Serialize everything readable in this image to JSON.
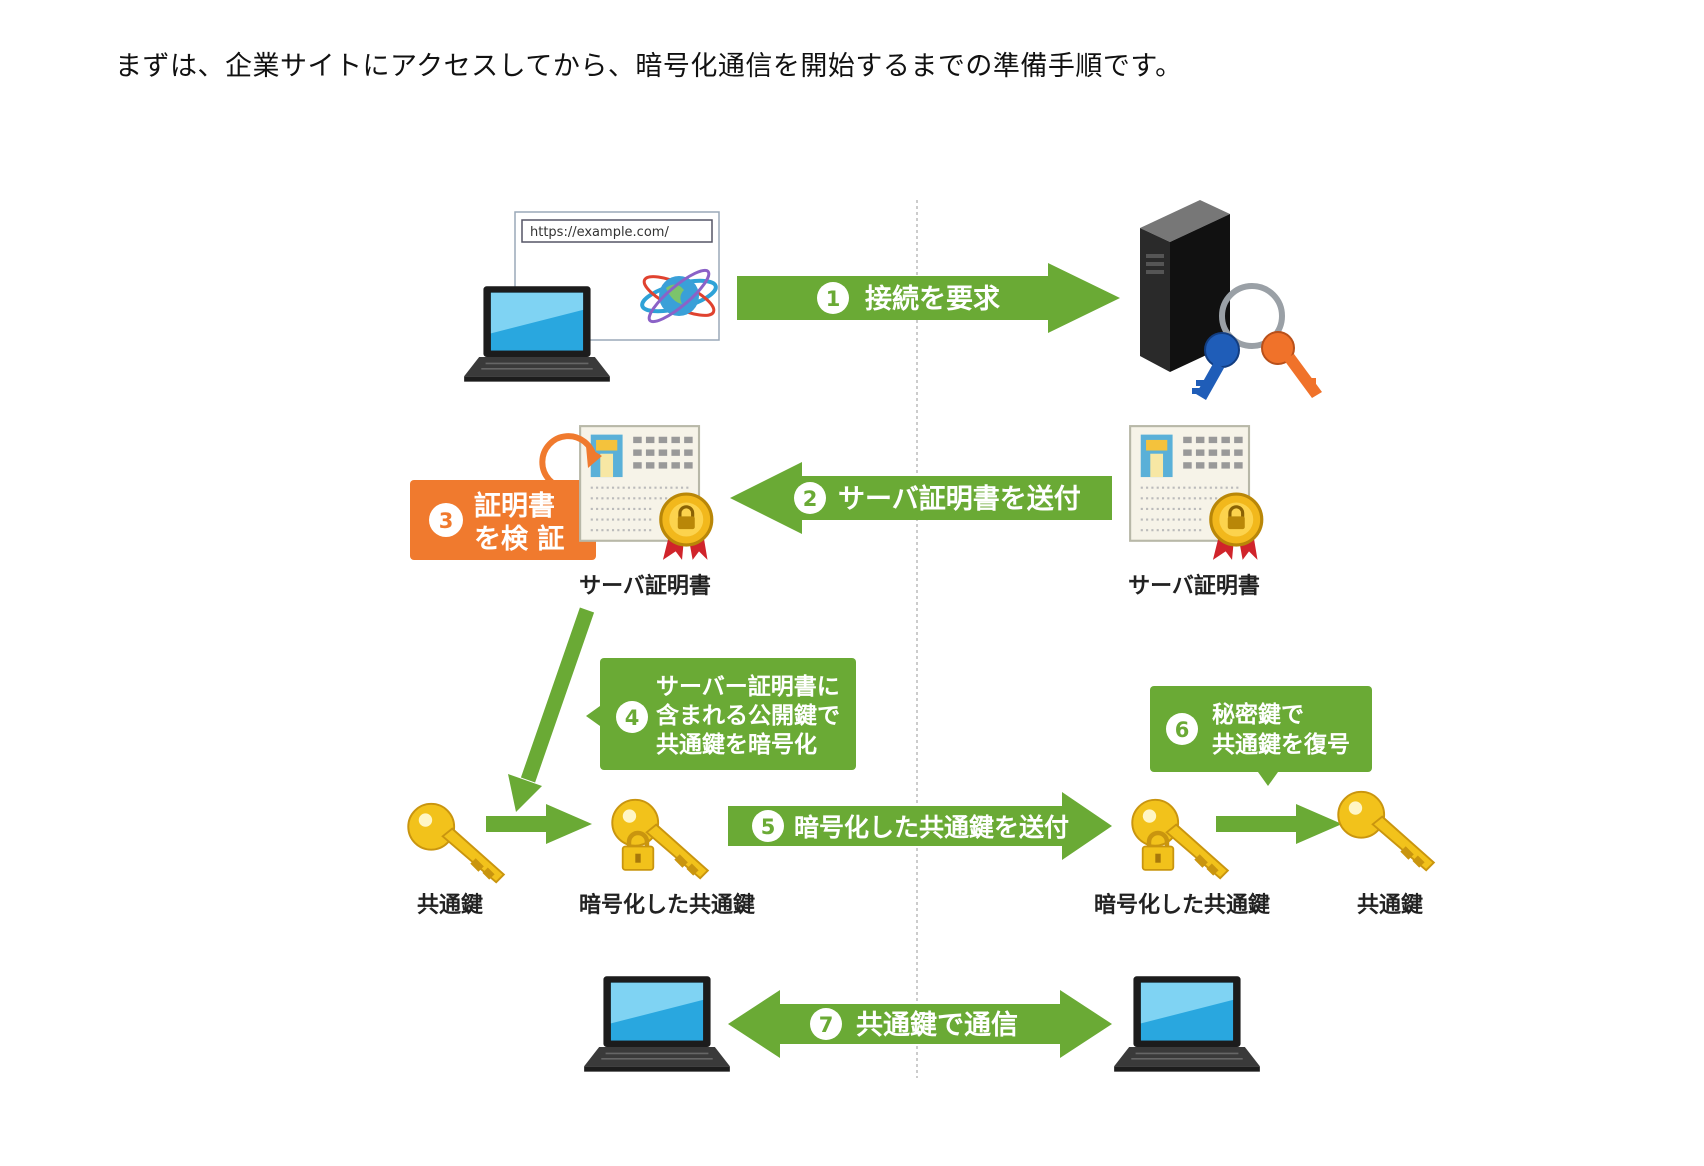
{
  "intro": "まずは、企業サイトにアクセスしてから、暗号化通信を開始するまでの準備手順です。",
  "browser": {
    "url": "https://example.com/"
  },
  "steps": {
    "s1": {
      "num": "1",
      "text": "接続を要求"
    },
    "s2": {
      "num": "2",
      "text": "サーバ証明書を送付"
    },
    "s3": {
      "num": "3",
      "line1": "証明書",
      "line2": "を検 証"
    },
    "s4": {
      "num": "4",
      "line1": "サーバー証明書に",
      "line2": "含まれる公開鍵で",
      "line3": "共通鍵を暗号化"
    },
    "s5": {
      "num": "5",
      "text": "暗号化した共通鍵を送付"
    },
    "s6": {
      "num": "6",
      "line1": "秘密鍵で",
      "line2": "共通鍵を復号"
    },
    "s7": {
      "num": "7",
      "text": "共通鍵で通信"
    }
  },
  "labels": {
    "cert_client": "サーバ証明書",
    "cert_server": "サーバ証明書",
    "key_client": "共通鍵",
    "enc_key_client": "暗号化した共通鍵",
    "enc_key_server": "暗号化した共通鍵",
    "key_server": "共通鍵"
  },
  "colors": {
    "green": "#6aaa35",
    "orange": "#f07a2e",
    "key_gold": "#f2c21b",
    "screen_blue": "#29a7df"
  }
}
